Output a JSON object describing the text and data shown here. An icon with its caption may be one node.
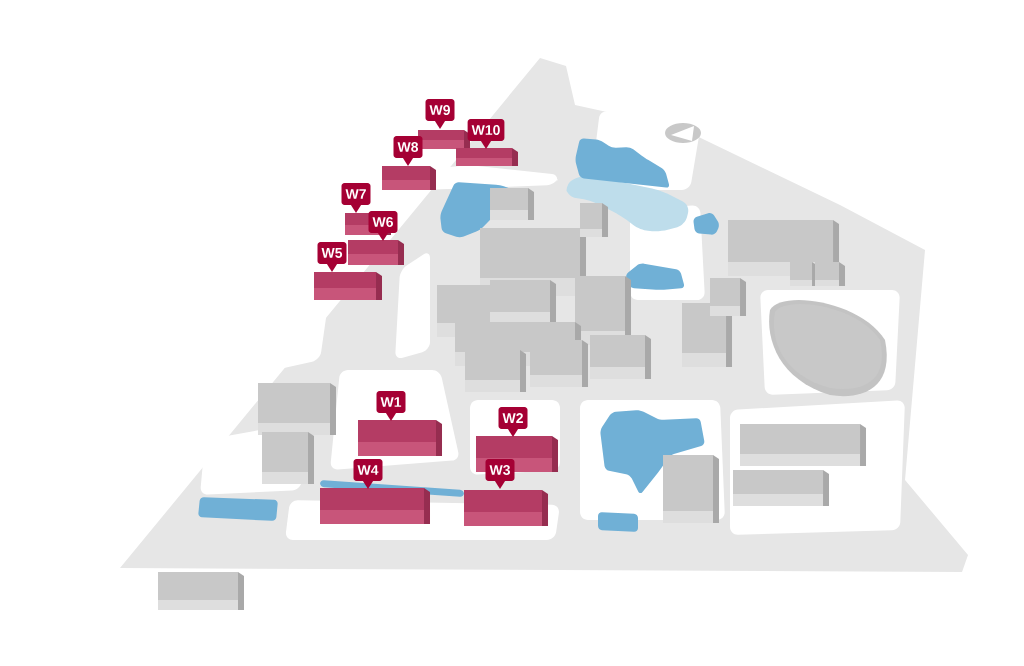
{
  "diagram": {
    "nodes": [
      {
        "text": [
          "W1"
        ]
      },
      {
        "text": [
          "W2"
        ]
      },
      {
        "text": [
          "W3"
        ]
      },
      {
        "text": [
          "W4"
        ]
      },
      {
        "text": [
          "W5"
        ]
      },
      {
        "text": [
          "W6"
        ]
      },
      {
        "text": [
          "W7"
        ]
      },
      {
        "text": [
          "W8"
        ]
      },
      {
        "text": [
          "W9"
        ]
      },
      {
        "text": [
          "W10"
        ]
      }
    ]
  }
}
